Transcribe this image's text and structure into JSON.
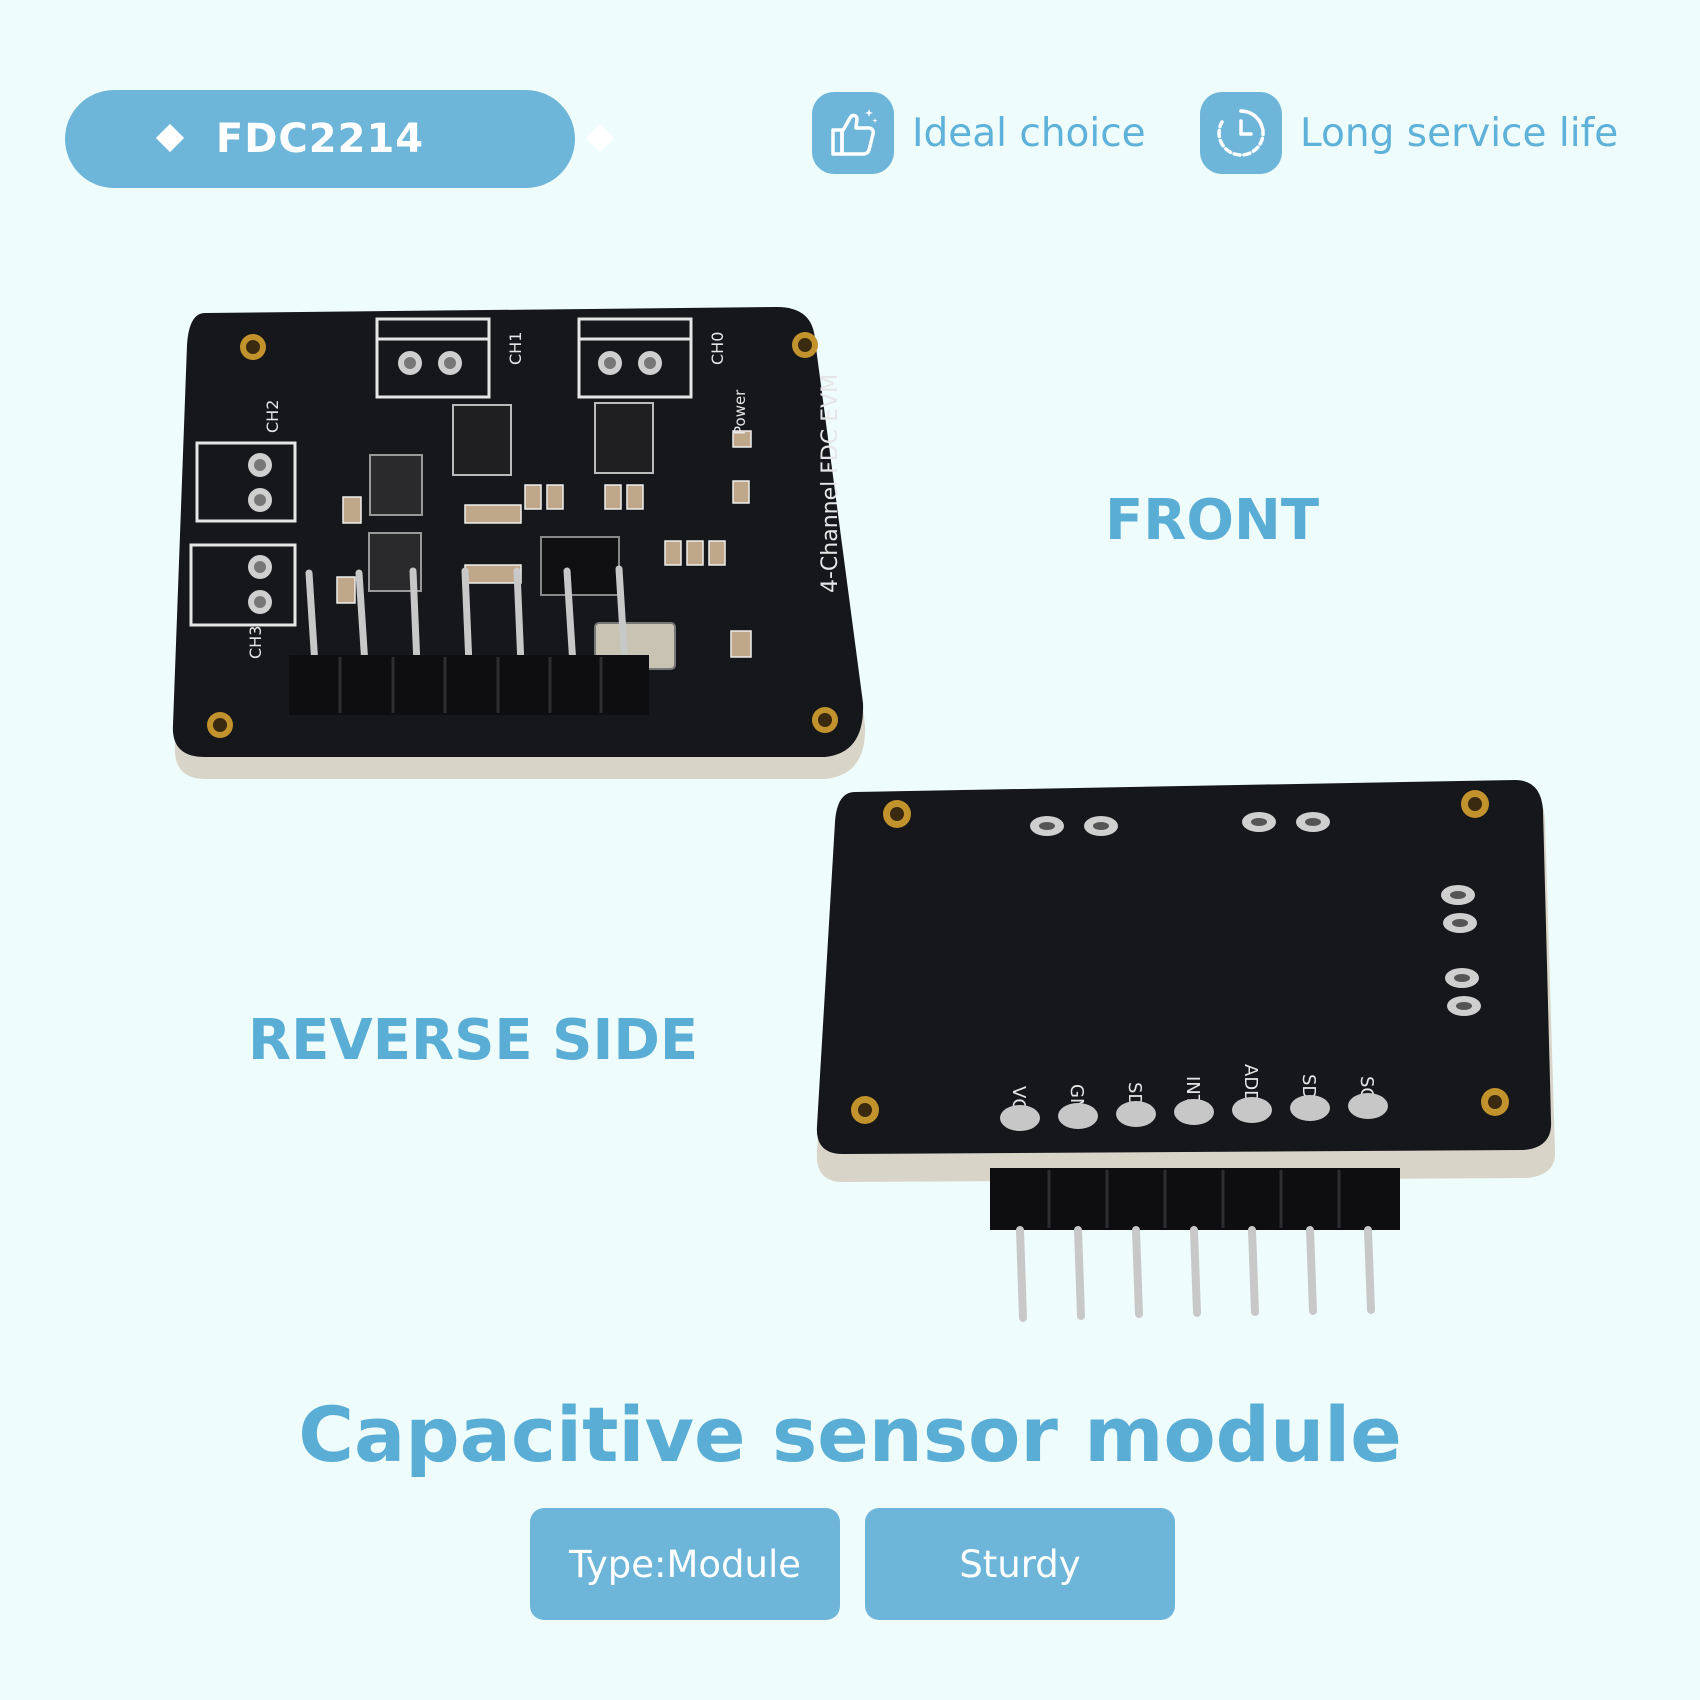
{
  "badge": {
    "label": "FDC2214"
  },
  "features": [
    {
      "icon": "thumbs-up-icon",
      "label": "Ideal choice"
    },
    {
      "icon": "clock-icon",
      "label": "Long service life"
    }
  ],
  "front_label": "FRONT",
  "reverse_label": "REVERSE SIDE",
  "headline": "Capacitive sensor module",
  "tags": [
    "Type:Module",
    "Sturdy"
  ],
  "pcb_front": {
    "title": "4-Channel FDC EVM",
    "channels": [
      "CH0",
      "CH1",
      "CH2",
      "CH3"
    ],
    "power_label": "Power"
  },
  "pcb_back": {
    "pins": [
      "VCC",
      "GND",
      "SD",
      "INTB",
      "ADDR",
      "SDA",
      "SCL"
    ]
  },
  "colors": {
    "background": "#effcfc",
    "accent": "#6eb6d9",
    "text_accent": "#5aaed5",
    "pcb": "#16171b"
  }
}
